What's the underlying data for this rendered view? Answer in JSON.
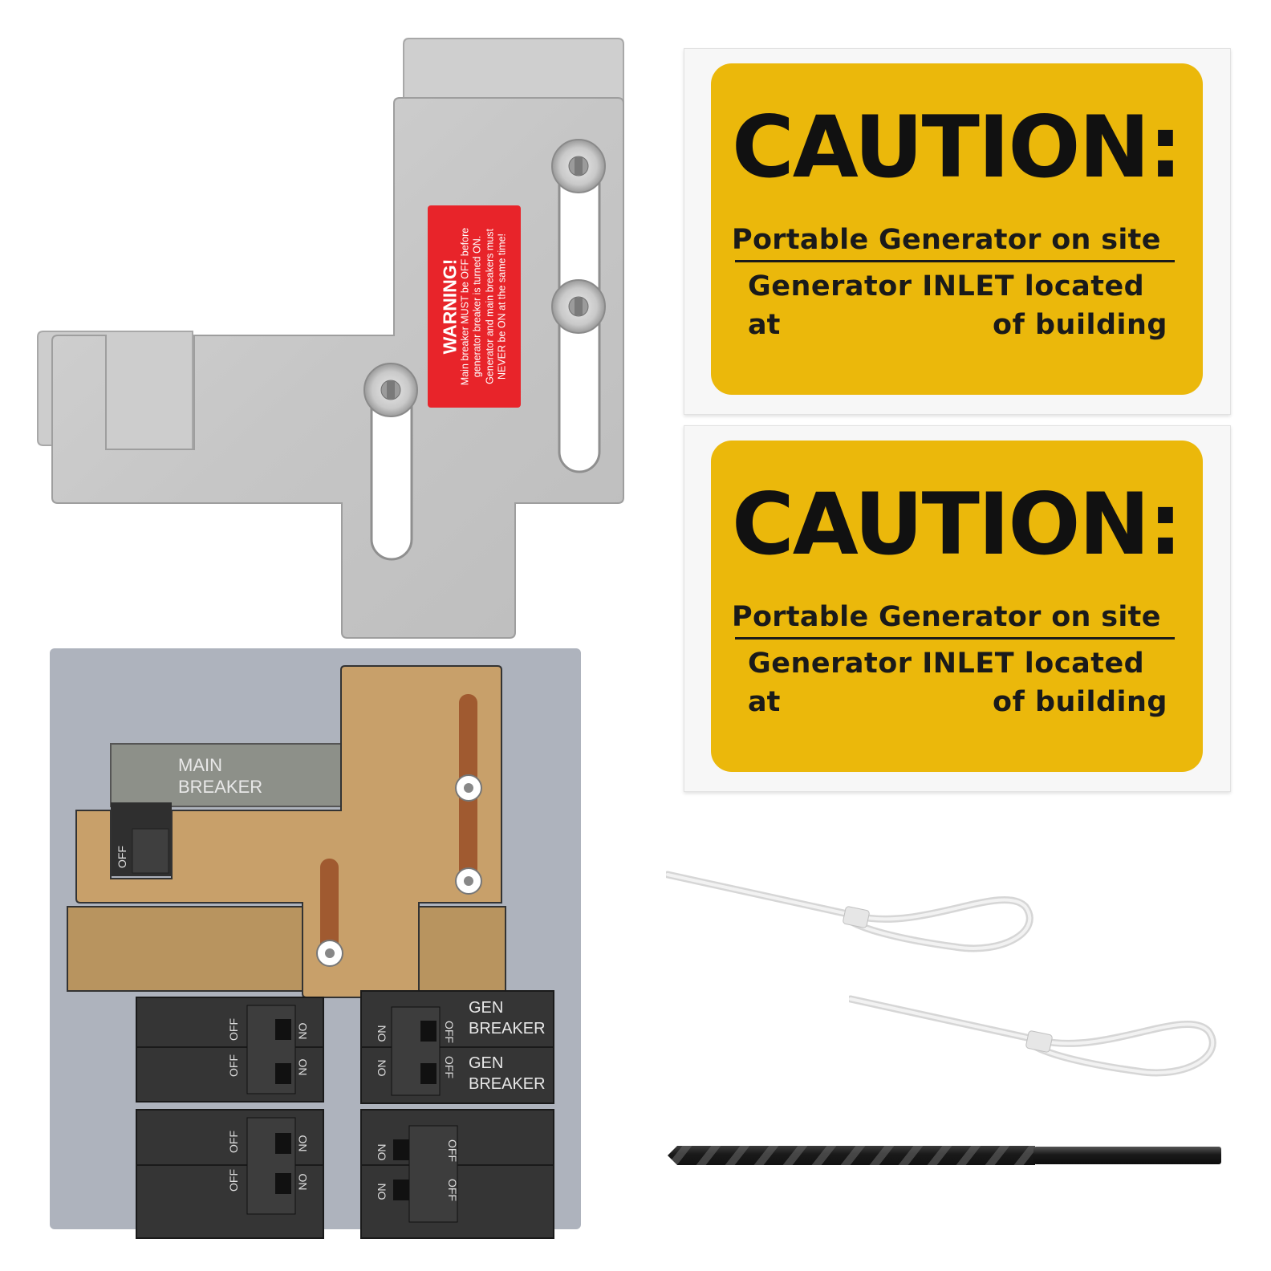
{
  "warning_label": {
    "heading": "WARNING!",
    "lines": [
      "Main breaker MUST be OFF before",
      "generator breaker is turned ON.",
      "Generator and main breakers must",
      "NEVER be ON at the same time!"
    ]
  },
  "stickers": [
    {
      "title": "CAUTION:",
      "line1": "Portable Generator on site",
      "line2": "Generator INLET located",
      "line3_left": "at",
      "line3_right": "of building"
    },
    {
      "title": "CAUTION:",
      "line1": "Portable Generator on site",
      "line2": "Generator INLET located",
      "line3_left": "at",
      "line3_right": "of building"
    }
  ],
  "panel": {
    "main_breaker": [
      "MAIN",
      "BREAKER"
    ],
    "main_off": "OFF",
    "gen_breaker_1": [
      "GEN",
      "BREAKER"
    ],
    "gen_breaker_2": [
      "GEN",
      "BREAKER"
    ],
    "switch_on": "ON",
    "switch_off": "OFF"
  },
  "colors": {
    "sticker_yellow": "#ebb80b",
    "warning_red": "#e8242a",
    "plate_silver": "#c8c8c8",
    "plate_diagram": "#c8a06a",
    "panel_bg": "#aeb3bd",
    "breaker_dark": "#3a3a3a"
  }
}
